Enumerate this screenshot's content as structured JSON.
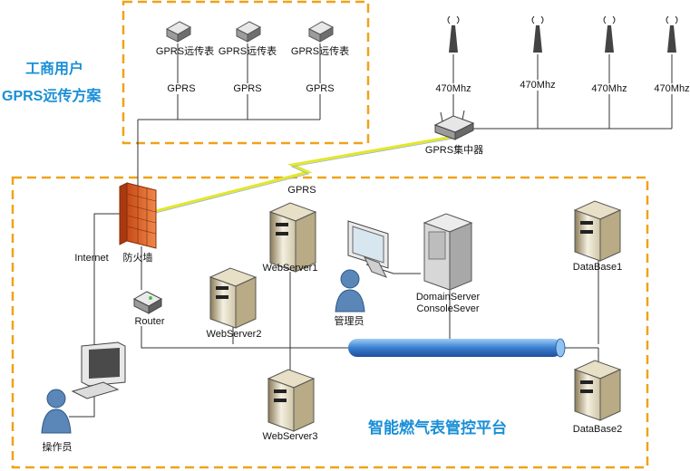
{
  "region_top": {
    "title_line1": "工商用户",
    "title_line2": "GPRS远传方案",
    "meters": [
      {
        "label": "GPRS远传表",
        "link": "GPRS"
      },
      {
        "label": "GPRS远传表",
        "link": "GPRS"
      },
      {
        "label": "GPRS远传表",
        "link": "GPRS"
      }
    ]
  },
  "antennas": [
    {
      "label": "470Mhz"
    },
    {
      "label": "470Mhz"
    },
    {
      "label": "470Mhz"
    },
    {
      "label": "470Mhz"
    }
  ],
  "concentrator": {
    "label": "GPRS集中器"
  },
  "wireless_link": {
    "label": "GPRS"
  },
  "platform": {
    "title": "智能燃气表管控平台",
    "firewall": "防火墙",
    "internet": "Internet",
    "router": "Router",
    "webserver1": "WebServer1",
    "webserver2": "WebServer2",
    "webserver3": "WebServer3",
    "admin": "管理员",
    "domain_server_line1": "DomainServer",
    "domain_server_line2": "ConsoleSever",
    "database1": "DataBase1",
    "database2": "DataBase2",
    "operator": "操作员"
  },
  "colors": {
    "dashed_border": "#f0a21a",
    "heading": "#1a8fd6",
    "bus": "#3a7fd0",
    "wireless": "#e6e62a"
  }
}
